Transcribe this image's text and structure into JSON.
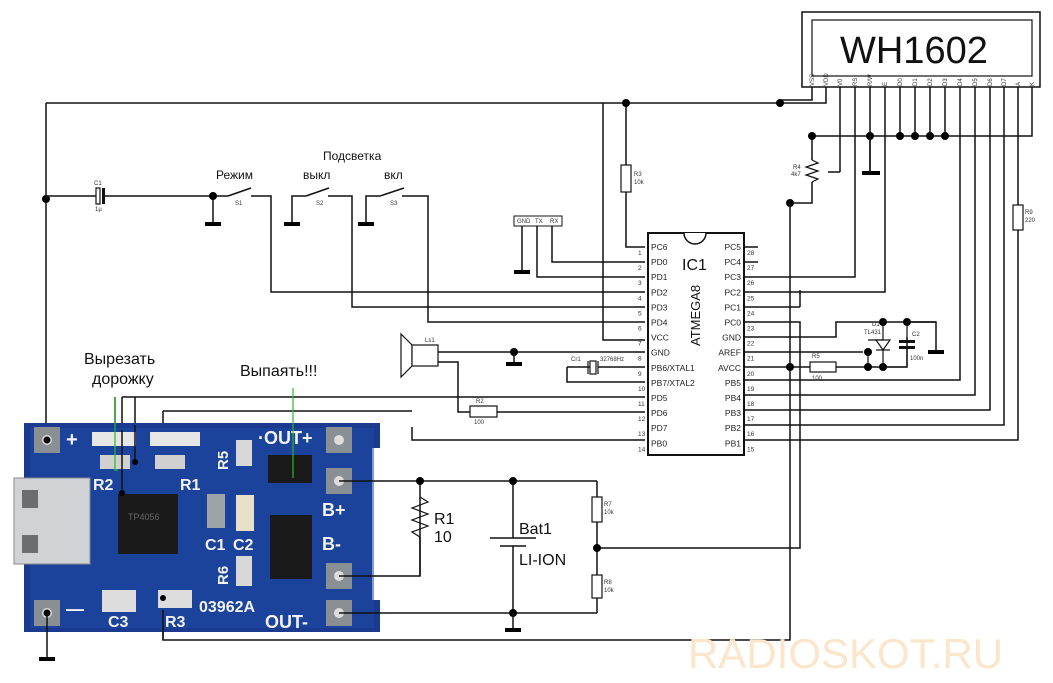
{
  "lcd": {
    "title": "WH1602",
    "pins": [
      "VSS",
      "VDD",
      "V0",
      "RS",
      "R/W",
      "E",
      "D0",
      "D1",
      "D2",
      "D3",
      "D4",
      "D5",
      "D6",
      "D7",
      "A",
      "K"
    ]
  },
  "mcu": {
    "ref": "IC1",
    "part": "ATMEGA8",
    "left_pins": [
      {
        "num": "1",
        "name": "PC6"
      },
      {
        "num": "2",
        "name": "PD0"
      },
      {
        "num": "3",
        "name": "PD1"
      },
      {
        "num": "4",
        "name": "PD2"
      },
      {
        "num": "5",
        "name": "PD3"
      },
      {
        "num": "6",
        "name": "PD4"
      },
      {
        "num": "7",
        "name": "VCC"
      },
      {
        "num": "8",
        "name": "GND"
      },
      {
        "num": "9",
        "name": "PB6/XTAL1"
      },
      {
        "num": "10",
        "name": "PB7/XTAL2"
      },
      {
        "num": "11",
        "name": "PD5"
      },
      {
        "num": "12",
        "name": "PD6"
      },
      {
        "num": "13",
        "name": "PD7"
      },
      {
        "num": "14",
        "name": "PB0"
      }
    ],
    "right_pins": [
      {
        "num": "28",
        "name": "PC5"
      },
      {
        "num": "27",
        "name": "PC4"
      },
      {
        "num": "26",
        "name": "PC3"
      },
      {
        "num": "25",
        "name": "PC2"
      },
      {
        "num": "24",
        "name": "PC1"
      },
      {
        "num": "23",
        "name": "PC0"
      },
      {
        "num": "22",
        "name": "GND"
      },
      {
        "num": "21",
        "name": "AREF"
      },
      {
        "num": "20",
        "name": "AVCC"
      },
      {
        "num": "19",
        "name": "PB5"
      },
      {
        "num": "18",
        "name": "PB4"
      },
      {
        "num": "17",
        "name": "PB3"
      },
      {
        "num": "16",
        "name": "PB2"
      },
      {
        "num": "15",
        "name": "PB1"
      }
    ]
  },
  "components": {
    "c1": {
      "ref": "C1",
      "value": "1µ"
    },
    "r3": {
      "ref": "R3",
      "value": "10k"
    },
    "r4": {
      "ref": "R4",
      "value": "4k7"
    },
    "r5": {
      "ref": "R5",
      "value": "100"
    },
    "r2": {
      "ref": "R2",
      "value": "100"
    },
    "r7": {
      "ref": "R7",
      "value": "10k"
    },
    "r8": {
      "ref": "R8",
      "value": "10k"
    },
    "r9": {
      "ref": "R9",
      "value": "220"
    },
    "r1": {
      "ref": "R1",
      "value": "10"
    },
    "c2": {
      "ref": "C2",
      "value": "100n"
    },
    "d1": {
      "ref": "D1",
      "value": "TL431"
    },
    "cr1": {
      "ref": "Cr1",
      "value": "32768Hz"
    },
    "ls1": {
      "ref": "Ls1"
    },
    "bat1": {
      "ref": "Bat1",
      "value": "LI-ION"
    },
    "s1": {
      "ref": "S1"
    },
    "s2": {
      "ref": "S2"
    },
    "s3": {
      "ref": "S3"
    },
    "uart": {
      "pins": [
        "GND",
        "TX",
        "RX"
      ]
    }
  },
  "labels": {
    "mode": "Режим",
    "backlight": "Подсветка",
    "off": "выкл",
    "on": "вкл",
    "cut_trace_1": "Вырезать",
    "cut_trace_2": "дорожку",
    "desolder": "Выпаять!!!"
  },
  "pcb": {
    "plus": "+",
    "minus": "—",
    "out_plus": "·OUT+",
    "out_minus": "OUT-",
    "b_plus": "B+",
    "b_minus": "B-",
    "r5": "R5",
    "r2": "R2",
    "r1": "R1",
    "c1": "C1",
    "c2": "C2",
    "r6": "R6",
    "c3": "C3",
    "r3": "R3",
    "code": "03962A",
    "chip": "TP4056"
  },
  "watermark": "RADIOSKOT.RU"
}
